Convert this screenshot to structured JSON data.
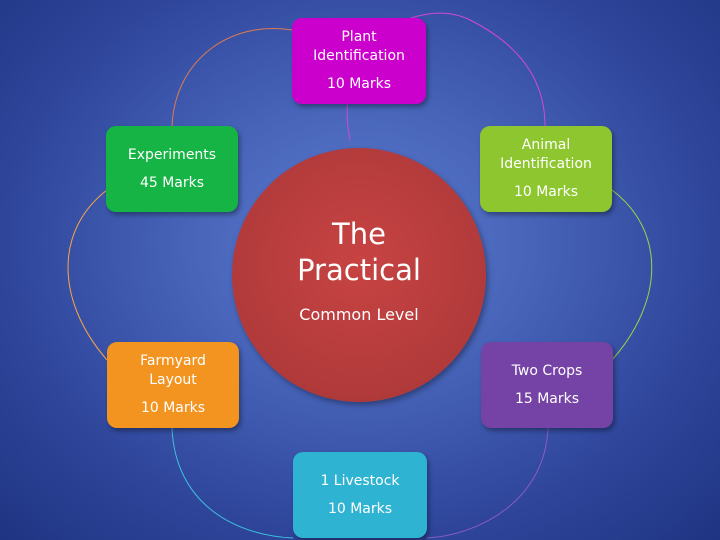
{
  "center": {
    "title_line1": "The",
    "title_line2": "Practical",
    "subtitle": "Common Level"
  },
  "nodes": [
    {
      "id": "plant",
      "line1": "Plant",
      "line2": "Identification",
      "marks": "10 Marks",
      "color": "#cc00cc"
    },
    {
      "id": "animal",
      "line1": "Animal",
      "line2": "Identification",
      "marks": "10 Marks",
      "color": "#8dc62e"
    },
    {
      "id": "crops",
      "line1": "Two Crops",
      "line2": "",
      "marks": "15 Marks",
      "color": "#7543a6"
    },
    {
      "id": "live",
      "line1": "1 Livestock",
      "line2": "",
      "marks": "10 Marks",
      "color": "#2fb3d3"
    },
    {
      "id": "farm",
      "line1": "Farmyard",
      "line2": "Layout",
      "marks": "10 Marks",
      "color": "#f39421"
    },
    {
      "id": "exper",
      "line1": "Experiments",
      "line2": "",
      "marks": "45 Marks",
      "color": "#16b345"
    }
  ],
  "colors": {
    "background": "#3f5ab0",
    "center": "#b13a3a"
  }
}
